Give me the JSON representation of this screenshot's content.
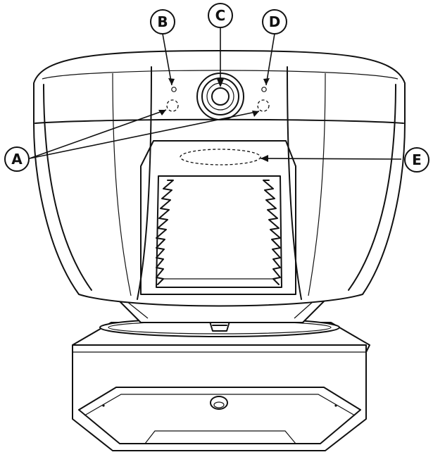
{
  "callouts": [
    {
      "id": "A",
      "label": "A"
    },
    {
      "id": "B",
      "label": "B"
    },
    {
      "id": "C",
      "label": "C"
    },
    {
      "id": "D",
      "label": "D"
    },
    {
      "id": "E",
      "label": "E"
    }
  ],
  "colors": {
    "line": "#111111",
    "background": "#ffffff"
  }
}
